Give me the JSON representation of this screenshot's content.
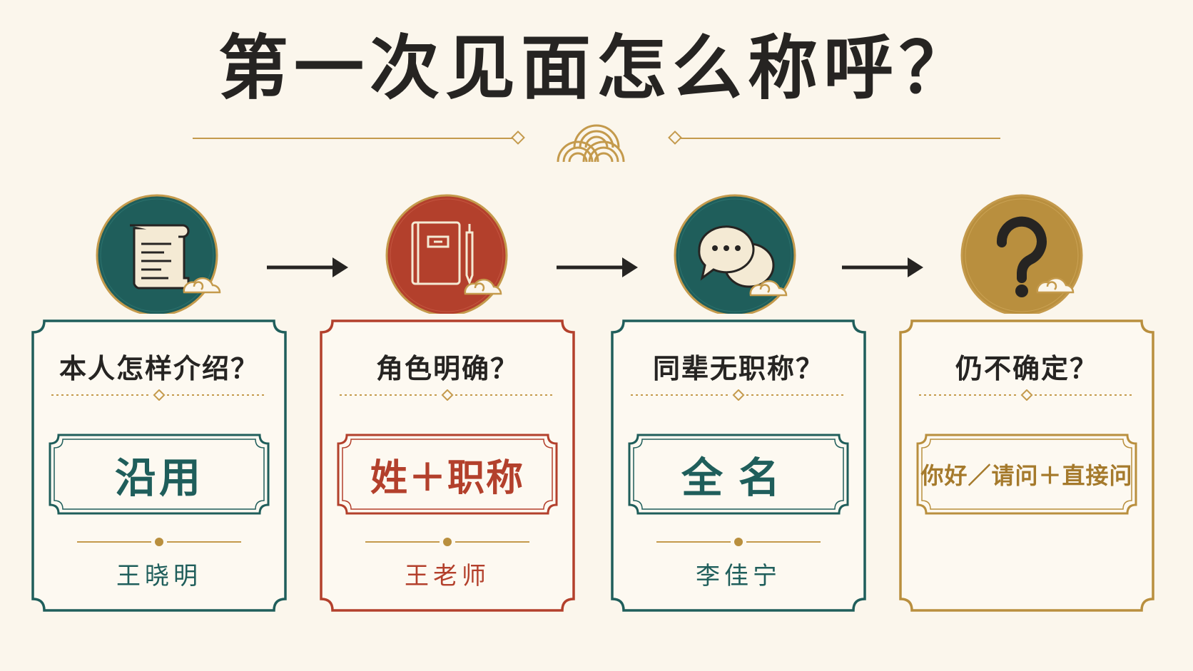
{
  "title": "第一次见面怎么称呼？",
  "colors": {
    "teal": "#1f5e5b",
    "red": "#b3402c",
    "gold": "#b98f3e",
    "ink": "#262422",
    "background": "#fbf6ec"
  },
  "steps": [
    {
      "question": "本人怎样介绍？",
      "answer": "沿用",
      "example": "王晓明",
      "icon": "scroll-icon",
      "color": "#1f5e5b"
    },
    {
      "question": "角色明确？",
      "answer": "姓＋职称",
      "example": "王老师",
      "icon": "book-pen-icon",
      "color": "#b3402c"
    },
    {
      "question": "同辈无职称？",
      "answer": "全名",
      "example": "李佳宁",
      "icon": "speech-bubbles-icon",
      "color": "#1f5e5b"
    },
    {
      "question": "仍不确定？",
      "answer": "你好／请问＋直接问",
      "example": "",
      "icon": "question-mark-icon",
      "color": "#b98f3e"
    }
  ]
}
